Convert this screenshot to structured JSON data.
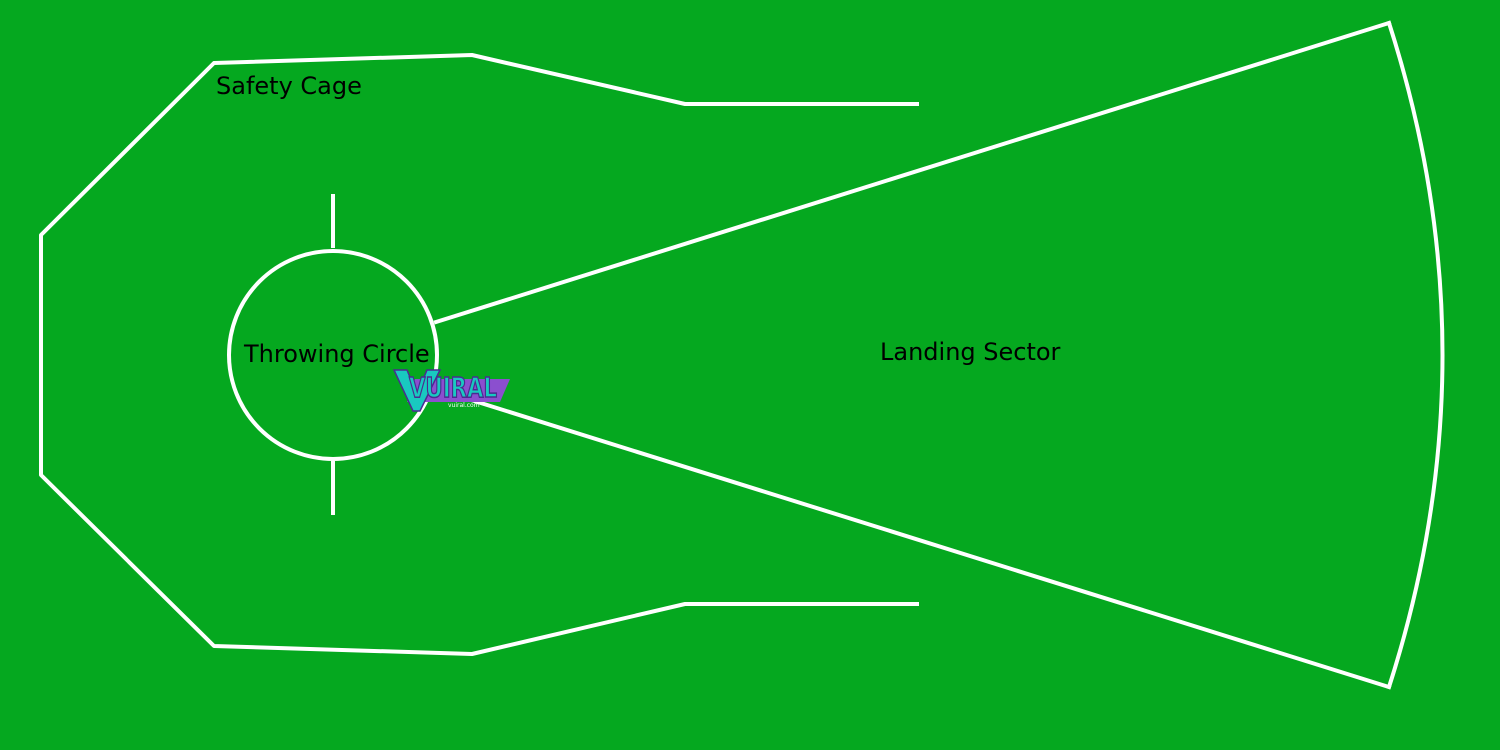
{
  "diagram": {
    "background_color": "#05a81f",
    "line_color": "#ffffff",
    "labels": {
      "safety_cage": "Safety Cage",
      "throwing_circle": "Throwing Circle",
      "landing_sector": "Landing Sector"
    }
  },
  "watermark": {
    "brand": "VUIRAL",
    "url": "vuiral.com",
    "colors": {
      "primary": "#19c9c0",
      "secondary": "#8b4fcf",
      "dark": "#4b2b91"
    }
  }
}
